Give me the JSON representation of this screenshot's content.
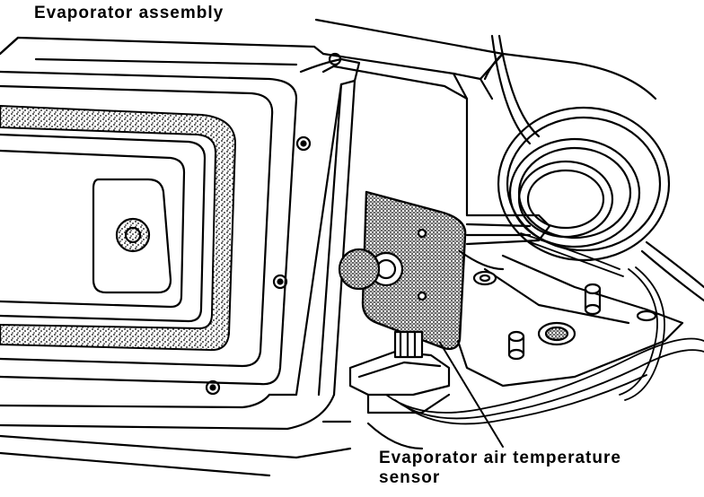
{
  "labels": {
    "evaporator_assembly": "Evaporator assembly",
    "sensor_line1": "Evaporator air temperature",
    "sensor_line2": "sensor"
  },
  "colors": {
    "ink": "#000000",
    "paper": "#ffffff"
  }
}
